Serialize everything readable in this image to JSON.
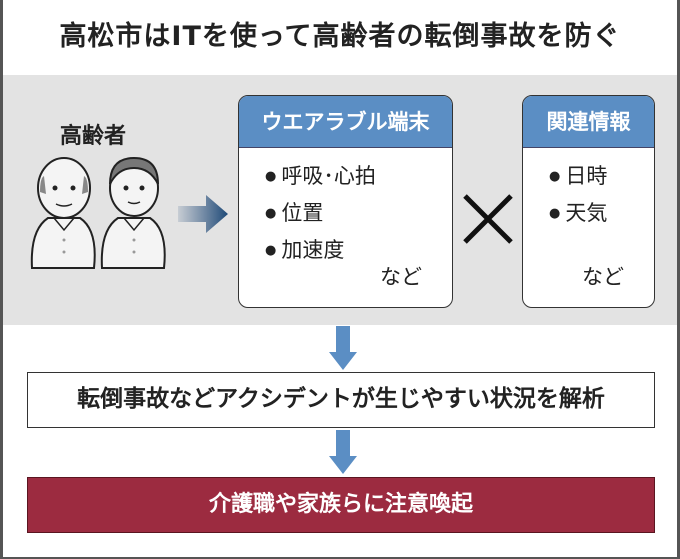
{
  "title": "高松市はITを使って高齢者の転倒事故を防ぐ",
  "elderly": {
    "label": "高齢者"
  },
  "wearable": {
    "header": "ウエアラブル端末",
    "items": [
      "呼吸･心拍",
      "位置",
      "加速度"
    ],
    "etc": "など"
  },
  "related": {
    "header": "関連情報",
    "items": [
      "日時",
      "天気"
    ],
    "etc": "など"
  },
  "analysis": "転倒事故などアクシデントが生じやすい状況を解析",
  "alert": "介護職や家族らに注意喚起",
  "colors": {
    "header_blue": "#5b8ec4",
    "alert_red": "#9c2b40",
    "band_gray": "#e3e3e3",
    "arrow_blue": "#5b8ec4"
  }
}
